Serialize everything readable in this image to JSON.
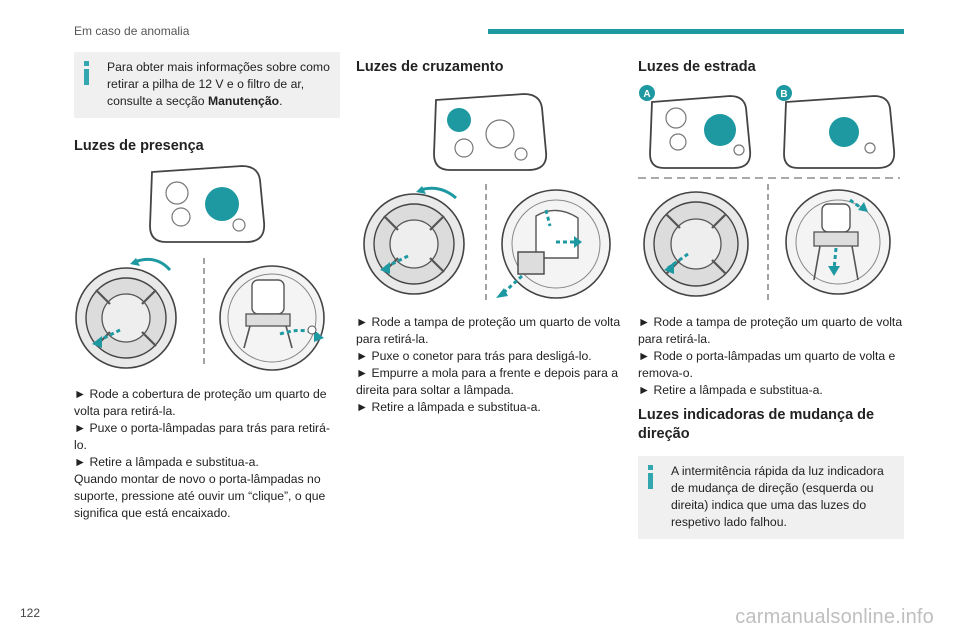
{
  "header": {
    "title": "Em caso de anomalia",
    "accent_color": "#1e99a1"
  },
  "page_number": "122",
  "watermark": "carmanualsonline.info",
  "col1": {
    "info": {
      "text_before_bold": "Para obter mais informações sobre como retirar a pilha de 12 V e o filtro de ar, consulte a secção",
      "bold": "Manutenção",
      "text_after": "."
    },
    "title": "Luzes de presença",
    "steps": [
      "► Rode a cobertura de proteção um quarto de volta para retirá-la.",
      "► Puxe o porta-lâmpadas para trás para retirá-lo.",
      "► Retire a lâmpada e substitua-a."
    ],
    "note": "Quando montar de novo o porta-lâmpadas no suporte, pressione até ouvir um “clique”, o que significa que está encaixado."
  },
  "col2": {
    "title": "Luzes de cruzamento",
    "steps": [
      "► Rode a tampa de proteção um quarto de volta para retirá-la.",
      "► Puxe o conetor para trás para desligá-lo.",
      "► Empurre a mola para a frente e depois para a direita para soltar a lâmpada.",
      "► Retire a lâmpada e substitua-a."
    ]
  },
  "col3": {
    "title": "Luzes de estrada",
    "label_a": "A",
    "label_b": "B",
    "steps": [
      "► Rode a tampa de proteção um quarto de volta para retirá-la.",
      "► Rode o porta-lâmpadas um quarto de volta e remova-o.",
      "► Retire a lâmpada e substitua-a."
    ],
    "title2": "Luzes indicadoras de mudança de direção",
    "info": {
      "text": "A intermitência rápida da luz indicadora de mudança de direção (esquerda ou direita) indica que uma das luzes do respetivo lado falhou."
    }
  }
}
